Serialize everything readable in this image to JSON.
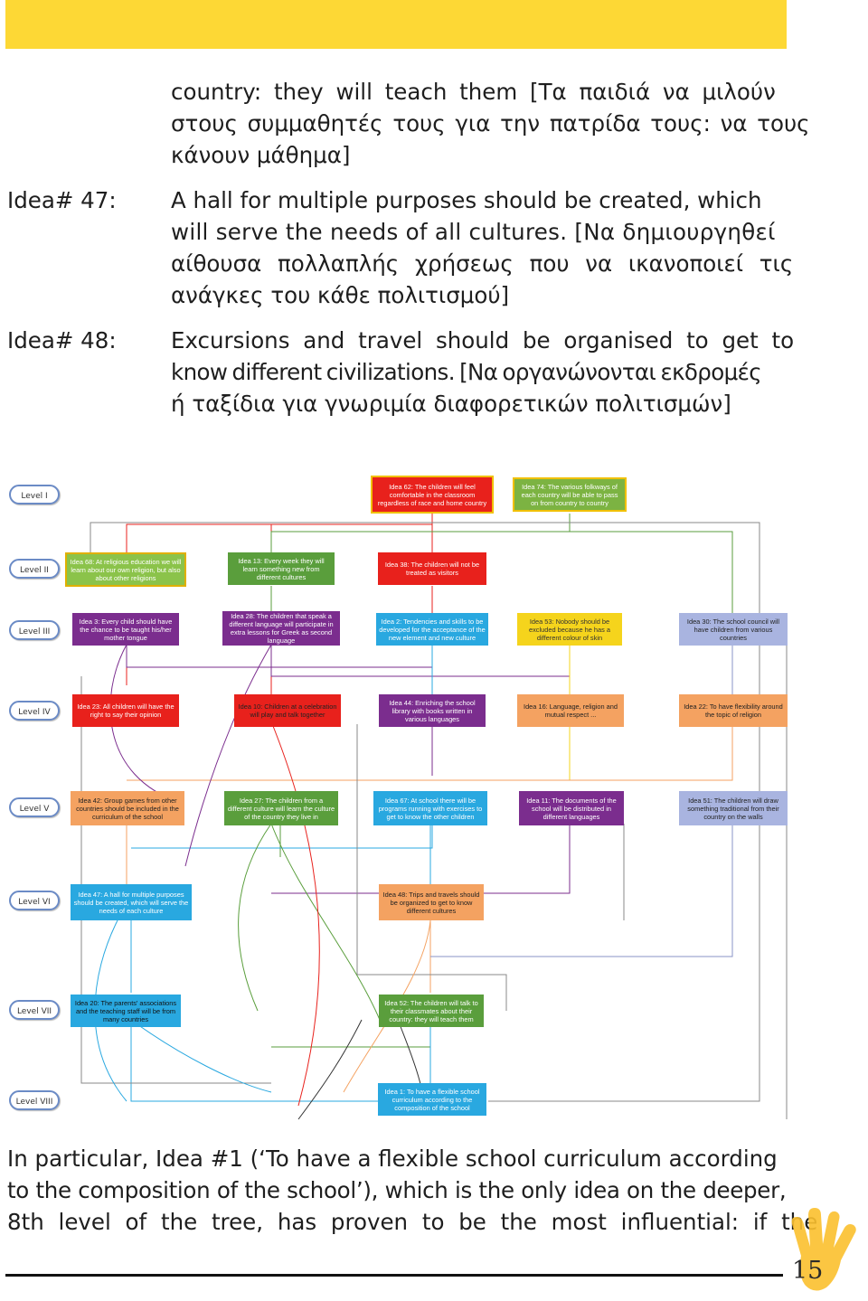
{
  "intro_lines": [
    "country: they will teach them [Τα παιδιά να μιλούν",
    "στους συμμαθητές τους για την πατρίδα τους: να τους",
    "κάνουν μάθημα]"
  ],
  "ideas": [
    {
      "label": "Idea# 47:",
      "lines": [
        "A hall for multiple purposes should be created, which",
        "will serve the needs of all cultures. [Να δημιουργηθεί",
        "αίθουσα πολλαπλής χρήσεως που να ικανοποιεί τις",
        "ανάγκες του κάθε πολιτισμού]"
      ]
    },
    {
      "label": "Idea# 48:",
      "lines": [
        "Excursions and travel should be organised to get to",
        "know different civilizations. [Να οργανώνονται εκδρομές",
        "ή ταξίδια για γνωριμία διαφορετικών πολιτισμών]"
      ]
    }
  ],
  "diagram": {
    "levels": [
      "Level I",
      "Level II",
      "Level III",
      "Level IV",
      "Level V",
      "Level VI",
      "Level VII",
      "Level VIII"
    ],
    "nodes": [
      {
        "id": "n62",
        "text": "Idea 62: The children will feel comfortable in the classroom regardless of race and home country",
        "color": "#e8211c"
      },
      {
        "id": "n74",
        "text": "Idea 74: The various folkways of each country will be able to pass on from country to country",
        "color": "#7cb342"
      },
      {
        "id": "n68",
        "text": "Idea 68: At religious education we will learn about our own religion, but also about other religions",
        "color": "#8bc34a"
      },
      {
        "id": "n13",
        "text": "Idea 13: Every week they will learn something new from different cultures",
        "color": "#5a9e3c"
      },
      {
        "id": "n38",
        "text": "Idea 38: The children will not be treated as visitors",
        "color": "#e8211c"
      },
      {
        "id": "n3",
        "text": "Idea 3: Every child should have the chance to be taught his/her mother tongue",
        "color": "#7b2d8e"
      },
      {
        "id": "n28",
        "text": "Idea 28: The children that speak a different language will participate in extra lessons for Greek as second language",
        "color": "#7b2d8e"
      },
      {
        "id": "n2",
        "text": "Idea 2: Tendencies and skills to be developed for the acceptance of the new element and new culture",
        "color": "#29a8e0"
      },
      {
        "id": "n53",
        "text": "Idea 53: Nobody should be excluded because he has a different colour of skin",
        "color": "#f5d41c"
      },
      {
        "id": "n30",
        "text": "Idea 30: The school council will have children from various countries",
        "color": "#a9b4e0"
      },
      {
        "id": "n23",
        "text": "Idea 23: All children will have the right to say their opinion",
        "color": "#e8211c"
      },
      {
        "id": "n10",
        "text": "Idea 10: Children at a celebration will play and talk together",
        "color": "#e8211c"
      },
      {
        "id": "n44",
        "text": "Idea 44: Enriching the school library with books written in various languages",
        "color": "#7b2d8e"
      },
      {
        "id": "n16",
        "text": "Idea 16: Language, religion and mutual respect ...",
        "color": "#f4a261"
      },
      {
        "id": "n22",
        "text": "Idea 22: To have flexibility around the topic of religion",
        "color": "#f4a261"
      },
      {
        "id": "n42",
        "text": "Idea 42: Group games from other countries should be included in the curriculum of the school",
        "color": "#f4a261"
      },
      {
        "id": "n27",
        "text": "Idea 27: The children from a different culture will learn the culture of the country they live in",
        "color": "#5a9e3c"
      },
      {
        "id": "n67",
        "text": "Idea 67: At school there will be programs running with exercises to get to know the other children",
        "color": "#29a8e0"
      },
      {
        "id": "n11",
        "text": "Idea 11: The documents of the school will be distributed in different languages",
        "color": "#7b2d8e"
      },
      {
        "id": "n51",
        "text": "Idea 51: The children will draw something traditional from their country on the walls",
        "color": "#a9b4e0"
      },
      {
        "id": "n47",
        "text": "Idea 47: A hall for multiple purposes should be created, which will serve the needs of each culture",
        "color": "#29a8e0"
      },
      {
        "id": "n48",
        "text": "Idea 48: Trips and travels should be organized to get to know different cultures",
        "color": "#f4a261"
      },
      {
        "id": "n20",
        "text": "Idea 20: The parents' associations and the teaching staff will be from many countries",
        "color": "#29a8e0"
      },
      {
        "id": "n52",
        "text": "Idea 52: The children will talk to their classmates about their country: they will teach them",
        "color": "#5a9e3c"
      },
      {
        "id": "n1",
        "text": "Idea 1: To have a flexible school curriculum according to the composition of the school",
        "color": "#29a8e0"
      }
    ]
  },
  "bottom_lines": [
    "In particular, Idea #1 (‘To have a flexible school curriculum according",
    "to the composition of the school’), which is the only idea on the deeper,",
    "8th level of the tree, has proven to be the most influential: if the"
  ],
  "page_number": "15"
}
